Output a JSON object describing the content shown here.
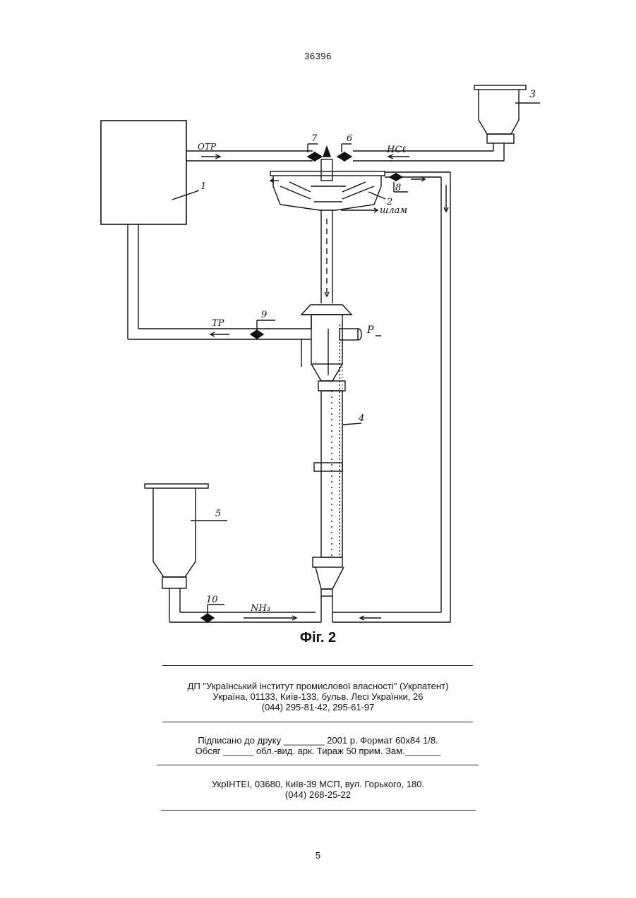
{
  "header": {
    "doc_number": "36396"
  },
  "figure": {
    "caption": "Фіг. 2",
    "labels": {
      "part1": "1",
      "part2": "2",
      "part3": "3",
      "part4": "4",
      "part5": "5",
      "valve6": "6",
      "valve7": "7",
      "valve8": "8",
      "valve9": "9",
      "valve10": "10",
      "otr": "ОТР",
      "hcl": "НСℓ",
      "shlam": "шлам",
      "tr": "ТР",
      "p": "Р",
      "nh3": "NH₃"
    }
  },
  "footer": {
    "publisher": {
      "line1": "ДП \"Український інститут промислової власності\" (Укрпатент)",
      "line2": "Україна, 01133, Київ-133, бульв. Лесі Українки, 26",
      "line3": "(044) 295-81-42, 295-61-97"
    },
    "print": {
      "line1": "Підписано до друку ________ 2001 р.    Формат 60х84 1/8.",
      "line2": "Обсяг ______ обл.-вид. арк.   Тираж 50 прим.    Зам._______"
    },
    "institute": {
      "line1": "УкрІНТЕІ, 03680, Київ-39 МСП, вул. Горького, 180.",
      "line2": "(044) 268-25-22"
    },
    "page_number": "5"
  }
}
